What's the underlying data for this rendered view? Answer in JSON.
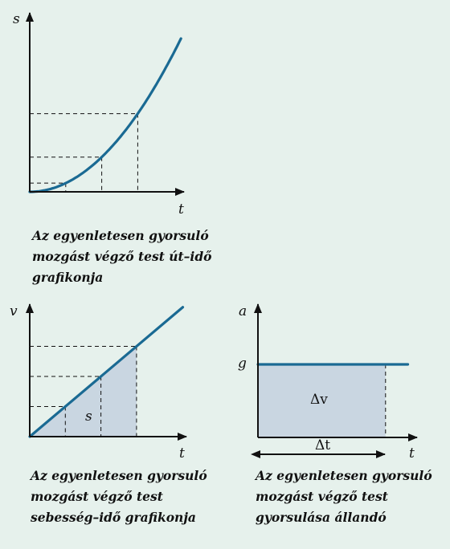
{
  "chart_data": [
    {
      "type": "line",
      "xlabel": "t",
      "ylabel": "s",
      "series": [
        {
          "x": [
            0,
            0.5,
            1,
            1.5,
            2,
            2.5,
            3,
            3.5,
            4.2
          ],
          "values": [
            0,
            0.125,
            0.5,
            1.125,
            2,
            3.125,
            4.5,
            6.125,
            8.82
          ]
        }
      ],
      "guides": [
        {
          "x": 1,
          "y": 0.5
        },
        {
          "x": 2,
          "y": 2
        },
        {
          "x": 3,
          "y": 4.5
        }
      ],
      "caption": [
        "Az egyenletesen gyorsuló",
        "mozgást végző test  út–idő",
        "grafikonja"
      ]
    },
    {
      "type": "area",
      "xlabel": "t",
      "ylabel": "v",
      "area_label": "s",
      "series": [
        {
          "x": [
            0,
            4.3
          ],
          "values": [
            0,
            4.3
          ]
        }
      ],
      "shaded_to_x": 3,
      "guides": [
        {
          "x": 1,
          "y": 1
        },
        {
          "x": 2,
          "y": 2
        },
        {
          "x": 3,
          "y": 3
        }
      ],
      "caption": [
        "Az egyenletesen gyorsuló",
        "mozgást végző test",
        "sebesség–idő grafikonja"
      ]
    },
    {
      "type": "area",
      "xlabel": "t",
      "ylabel": "a",
      "y_tick": "g",
      "area_label": "Δv",
      "interval_label": "Δt",
      "series": [
        {
          "x": [
            0,
            4.7
          ],
          "values": [
            1,
            1
          ]
        }
      ],
      "shaded_to_x": 4,
      "caption": [
        "Az egyenletesen gyorsuló",
        "mozgást végző test",
        "gyorsulása állandó"
      ]
    }
  ]
}
